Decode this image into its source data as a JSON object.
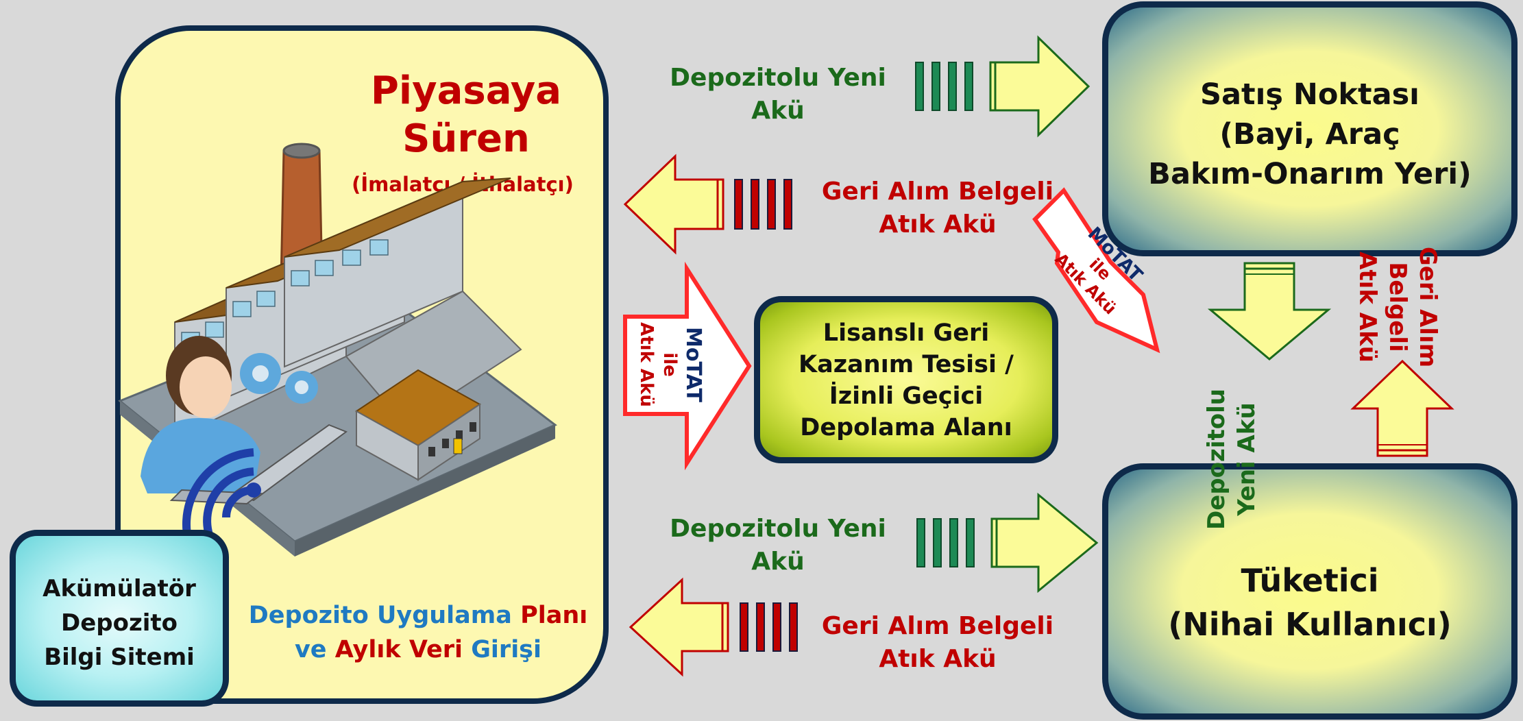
{
  "producer": {
    "title_line1": "Piyasaya",
    "title_line2": "Süren",
    "subtitle": "(İmalatçı / İthalatçı)",
    "plan_part1": "Depozito",
    "plan_part2": "Uygulama",
    "plan_part3": "Planı",
    "plan_part4": "ve",
    "plan_part5": "Aylık",
    "plan_part6": "Veri",
    "plan_part7": "Girişi"
  },
  "info_system": {
    "line1": "Akümülatör",
    "line2": "Depozito",
    "line3": "Bilgi Sitemi"
  },
  "sales_point": {
    "line1": "Satış Noktası",
    "line2": "(Bayi, Araç",
    "line3": "Bakım-Onarım Yeri)"
  },
  "consumer": {
    "line1": "Tüketici",
    "line2": "(Nihai Kullanıcı)"
  },
  "recycling": {
    "line1": "Lisanslı Geri",
    "line2": "Kazanım Tesisi /",
    "line3": "İzinli Geçici",
    "line4": "Depolama Alanı"
  },
  "flows": {
    "new_top_line1": "Depozitolu Yeni",
    "new_top_line2": "Akü",
    "return_top_line1": "Geri Alım Belgeli",
    "return_top_line2": "Atık Akü",
    "new_bottom_line1": "Depozitolu Yeni",
    "new_bottom_line2": "Akü",
    "return_bottom_line1": "Geri Alım Belgeli",
    "return_bottom_line2": "Atık Akü",
    "down_line1": "Depozitolu",
    "down_line2": "Yeni Akü",
    "up_line1": "Geri Alım",
    "up_line2": "Belgeli",
    "up_line3": "Atık Akü",
    "motat_left_line1": "MoTAT",
    "motat_left_line2": "ile",
    "motat_left_line3": "Atık Akü",
    "motat_right_line1": "MoTAT",
    "motat_right_line2": "ile",
    "motat_right_line3": "Atık Akü"
  },
  "colors": {
    "green": "#1b6a1b",
    "red": "#c00000",
    "blue": "#1f7ac2",
    "navy": "#0e2a6a",
    "border": "#0e2a4a"
  },
  "icons": [
    "factory-illustration",
    "person-laptop-illustration",
    "wifi-signal-icon",
    "gear-icon"
  ]
}
